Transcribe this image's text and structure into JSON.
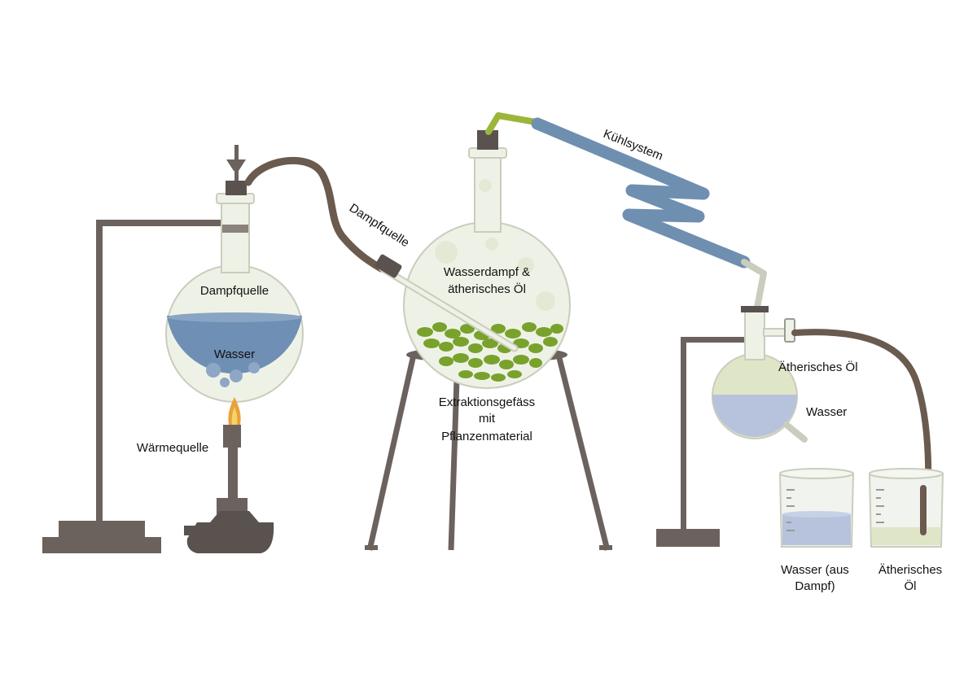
{
  "labels": {
    "steam_source_flask": "Dampfquelle",
    "water": "Wasser",
    "heat_source": "Wärmequelle",
    "steam_source_tube": "Dampfquelle",
    "steam_oil_line1": "Wasserdampf &",
    "steam_oil_line2": "ätherisches Öl",
    "extraction_line1": "Extraktionsgefäss",
    "extraction_line2": "mit",
    "extraction_line3": "Pflanzenmaterial",
    "cooling_system": "Kühlsystem",
    "essential_oil_sep": "Ätherisches Öl",
    "water_sep": "Wasser",
    "beaker_water_line1": "Wasser (aus",
    "beaker_water_line2": "Dampf)",
    "beaker_oil_line1": "Ätherisches",
    "beaker_oil_line2": "Öl"
  },
  "colors": {
    "metal": "#6b625e",
    "metal_dark": "#5a524e",
    "glass": "#eef2e6",
    "glass_stroke": "#c9cdbd",
    "water": "#6f8fb4",
    "water_light": "#b7c3dc",
    "oil": "#dfe6c8",
    "plant": "#78a22c",
    "hose": "#6b5a4e",
    "condenser": "#6f8fb0",
    "green_tube": "#9bb63a",
    "flame_outer": "#e8a23a",
    "flame_inner": "#f5d36a"
  }
}
